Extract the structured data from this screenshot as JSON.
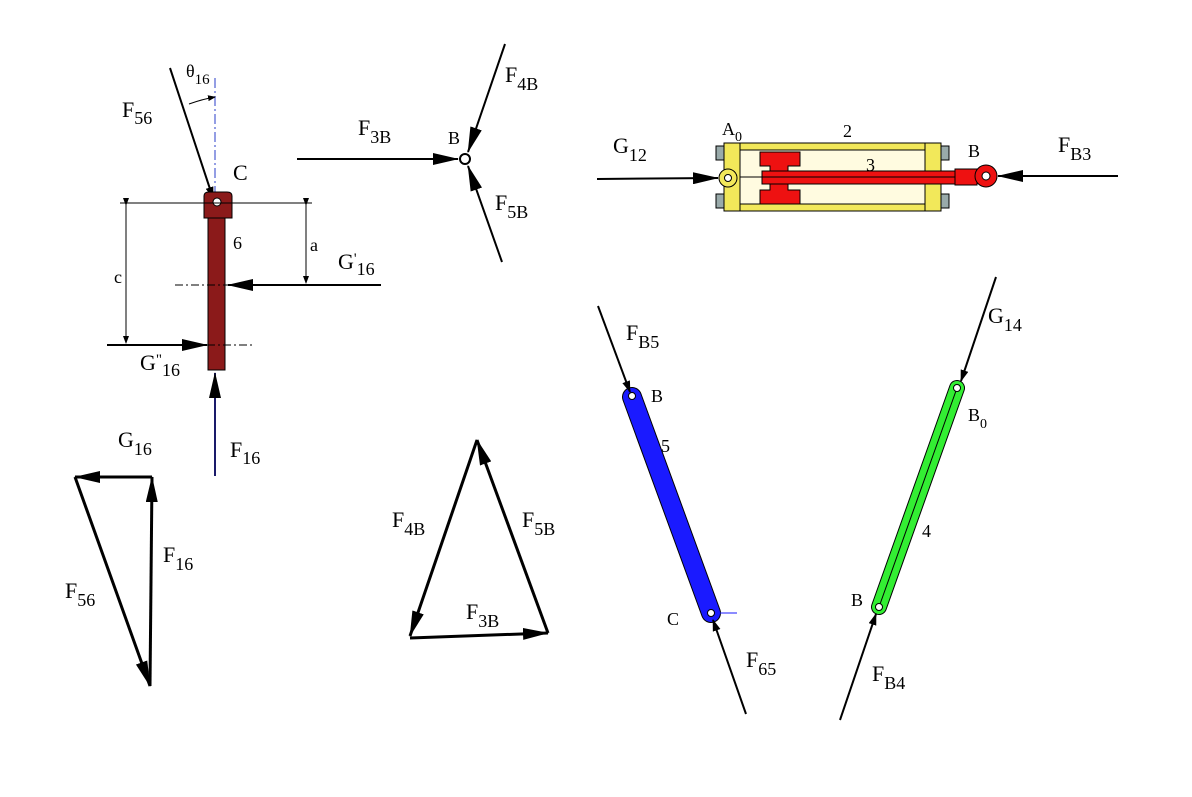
{
  "colors": {
    "link6": "#8b1a1a",
    "link5": "#1a1aff",
    "link4": "#33ee33",
    "piston_rod": "#ee1111",
    "cylinder": "#f2e85a",
    "axis_line": "#2a3cc8",
    "ink": "#000000"
  },
  "link6_fbd": {
    "theta": {
      "sym": "θ",
      "sub": "16"
    },
    "f56": {
      "sym": "F",
      "sub": "56"
    },
    "point_c": "C",
    "link_number": "6",
    "dim_a": "a",
    "dim_c": "c",
    "g16_prime": {
      "sym": "G",
      "sub": "16",
      "mark": "'"
    },
    "g16_dprime": {
      "sym": "G",
      "sub": "16",
      "mark": "\""
    },
    "f16": {
      "sym": "F",
      "sub": "16"
    }
  },
  "triangle_6": {
    "g16": {
      "sym": "G",
      "sub": "16"
    },
    "f16": {
      "sym": "F",
      "sub": "16"
    },
    "f56": {
      "sym": "F",
      "sub": "56"
    }
  },
  "joint_b_fbd": {
    "f3b": {
      "sym": "F",
      "sub": "3B"
    },
    "f4b": {
      "sym": "F",
      "sub": "4B"
    },
    "f5b": {
      "sym": "F",
      "sub": "5B"
    },
    "point_b": "B"
  },
  "triangle_b": {
    "f4b": {
      "sym": "F",
      "sub": "4B"
    },
    "f5b": {
      "sym": "F",
      "sub": "5B"
    },
    "f3b": {
      "sym": "F",
      "sub": "3B"
    }
  },
  "cylinder_fbd": {
    "g12": {
      "sym": "G",
      "sub": "12"
    },
    "a0": {
      "sym": "A",
      "sub": "0"
    },
    "label_2": "2",
    "label_3": "3",
    "point_b": "B",
    "fb3": {
      "sym": "F",
      "sub": "B3"
    }
  },
  "link5_fbd": {
    "fb5": {
      "sym": "F",
      "sub": "B5"
    },
    "point_b": "B",
    "link_number": "5",
    "point_c": "C",
    "f65": {
      "sym": "F",
      "sub": "65"
    }
  },
  "link4_fbd": {
    "g14": {
      "sym": "G",
      "sub": "14"
    },
    "b0": {
      "sym": "B",
      "sub": "0"
    },
    "link_number": "4",
    "point_b": "B",
    "fb4": {
      "sym": "F",
      "sub": "B4"
    }
  }
}
